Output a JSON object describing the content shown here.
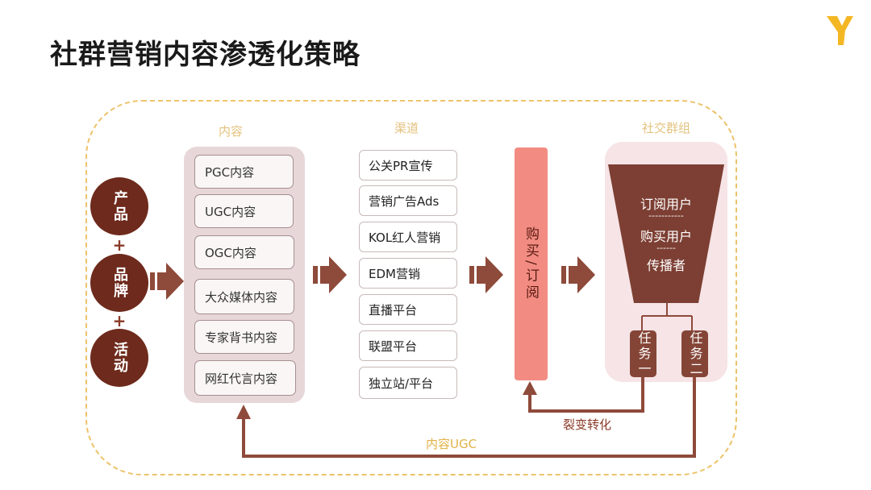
{
  "title": "社群营销内容渗透化策略",
  "columns": {
    "content": "内容",
    "channel": "渠道",
    "social": "社交群组"
  },
  "sources": [
    "产品",
    "品牌",
    "活动"
  ],
  "plus": "+",
  "content_items": [
    "PGC内容",
    "UGC内容",
    "OGC内容",
    "大众媒体内容",
    "专家背书内容",
    "网红代言内容"
  ],
  "channel_items": [
    "公关PR宣传",
    "营销广告Ads",
    "KOL红人营销",
    "EDM营销",
    "直播平台",
    "联盟平台",
    "独立站/平台"
  ],
  "purchase": "购买/订阅",
  "funnel": {
    "line1": "订阅用户",
    "sep1": "-----------",
    "line2": "购买用户",
    "sep2": "------",
    "line3": "传播者"
  },
  "tasks": [
    "任务一",
    "任务二"
  ],
  "labels": {
    "fission": "裂变转化",
    "ugc_loop": "内容UGC"
  },
  "colors": {
    "brown": "#6e2a1c",
    "arrow": "#8e4a3a",
    "dash": "#ecc36a",
    "panel": "#e8d7d9",
    "buy": "#f28c82"
  }
}
